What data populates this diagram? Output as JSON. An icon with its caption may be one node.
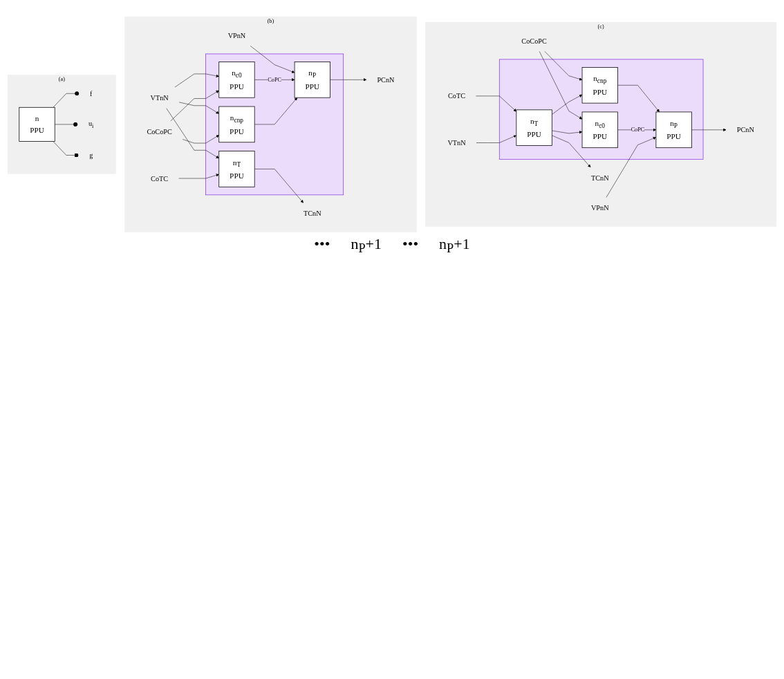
{
  "diagram": {
    "nodes": [
      {
        "text": [
          "(a)"
        ]
      },
      {
        "text": [
          "n",
          "PPU"
        ],
        "in": 0
      },
      {
        "text": [
          "f"
        ],
        "in": 0
      },
      {
        "text": [
          "u$_{i}$"
        ],
        "in": 0
      },
      {
        "text": [
          "g"
        ],
        "in": 0
      },
      {
        "text": [
          "(b)"
        ]
      },
      {
        "text": [],
        "shape": "box",
        "in": 5
      },
      {
        "text": [
          "VPnN"
        ],
        "in": 5
      },
      {
        "text": [
          "n$_{P}$",
          "PPU"
        ],
        "in": 6
      },
      {
        "text": [
          "PCnN"
        ],
        "in": 5
      },
      {
        "text": [
          "VTnN"
        ],
        "in": 5
      },
      {
        "text": [
          "n$_{c0}$",
          "PPU"
        ],
        "in": 6
      },
      {
        "text": [
          "n$_{cnp}$",
          "PPU"
        ],
        "in": 6
      },
      {
        "text": [
          "CoCoPC"
        ],
        "in": 5
      },
      {
        "text": [
          "n$_{T}$",
          "PPU"
        ],
        "in": 6
      },
      {
        "text": [
          "CoTC"
        ],
        "in": 5
      },
      {
        "text": [
          "TCnN"
        ],
        "in": 5
      },
      {
        "text": [
          "(c)"
        ]
      },
      {
        "text": [],
        "shape": "box",
        "in": 17
      },
      {
        "text": [
          "VPnN"
        ],
        "in": 17
      },
      {
        "text": [
          "n$_{P}$",
          "PPU"
        ],
        "in": 18
      },
      {
        "text": [
          "PCnN"
        ],
        "in": 17
      },
      {
        "text": [
          "VTnN"
        ],
        "in": 17
      },
      {
        "text": [
          "CoTC"
        ],
        "in": 17
      },
      {
        "text": [
          "n$_{T}$",
          "PPU"
        ],
        "in": 18
      },
      {
        "text": [
          "n$_{c0}$",
          "PPU"
        ],
        "in": 18
      },
      {
        "text": [
          "n$_{cnp}$",
          "PPU"
        ],
        "in": 18
      },
      {
        "text": [
          "CoCoPC"
        ],
        "in": 17
      },
      {
        "text": [
          "TCnN"
        ],
        "in": 17
      }
    ],
    "edges": [
      {
        "from": 2,
        "to": 1,
        "arrow": "other"
      },
      {
        "from": 3,
        "to": 1,
        "arrow": "other"
      },
      {
        "from": 4,
        "to": 1,
        "arrow": "other"
      },
      {
        "from": 7,
        "to": 8,
        "arrow": "to"
      },
      {
        "from": 10,
        "to": 11,
        "arrow": "to"
      },
      {
        "from": 10,
        "to": 12,
        "arrow": "to"
      },
      {
        "from": 10,
        "to": 14,
        "arrow": "to"
      },
      {
        "from": 13,
        "to": 11,
        "arrow": "to"
      },
      {
        "from": 13,
        "to": 12,
        "arrow": "to"
      },
      {
        "from": 11,
        "to": 8,
        "arrow": "to",
        "label": "CoPC"
      },
      {
        "from": 12,
        "to": 8,
        "arrow": "to"
      },
      {
        "from": 15,
        "to": 14,
        "arrow": "to"
      },
      {
        "from": 8,
        "to": 9,
        "arrow": "to"
      },
      {
        "from": 14,
        "to": 16,
        "arrow": "to"
      },
      {
        "from": 19,
        "to": 20,
        "arrow": "to"
      },
      {
        "from": 22,
        "to": 24,
        "arrow": "to"
      },
      {
        "from": 23,
        "to": 24,
        "arrow": "to"
      },
      {
        "from": 24,
        "to": 25,
        "arrow": "to"
      },
      {
        "from": 24,
        "to": 26,
        "arrow": "to"
      },
      {
        "from": 24,
        "to": 28,
        "arrow": "to"
      },
      {
        "from": 27,
        "to": 25,
        "arrow": "to"
      },
      {
        "from": 27,
        "to": 26,
        "arrow": "to"
      },
      {
        "from": 25,
        "to": 20,
        "arrow": "to",
        "label": "CoPC"
      },
      {
        "from": 26,
        "to": 20,
        "arrow": "to"
      },
      {
        "from": 20,
        "to": 21,
        "arrow": "to"
      }
    ],
    "labels": [
      "•••",
      "n$_{P}$+1",
      "•••",
      "n$_{P}$+1"
    ]
  }
}
